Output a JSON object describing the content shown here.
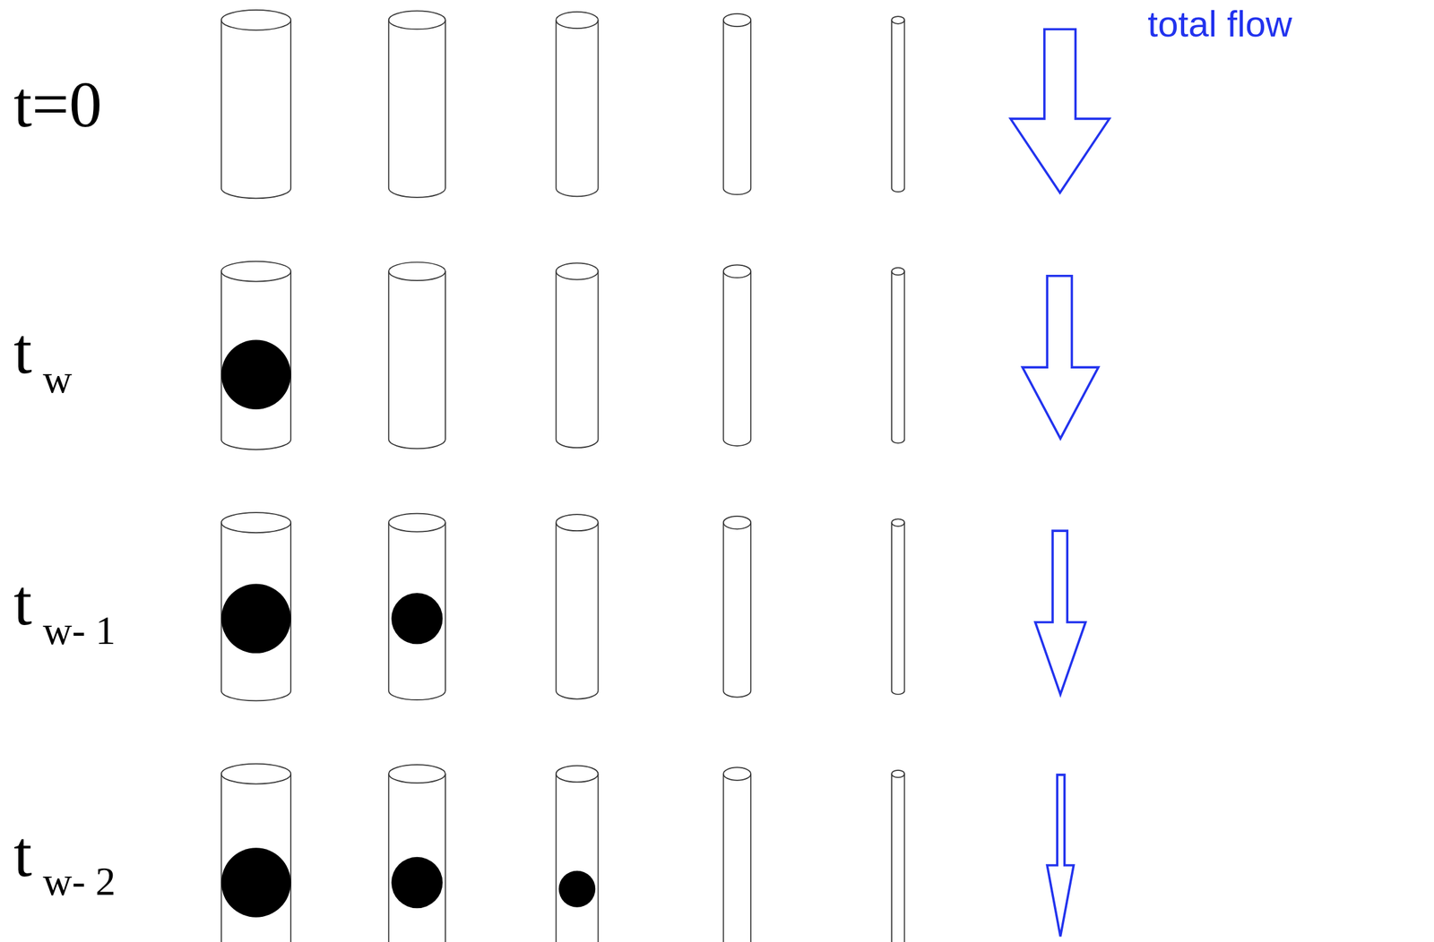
{
  "diagram": {
    "labels": [
      "t=0",
      "t",
      "w",
      "t",
      "w- 1",
      "t",
      "w- 2",
      "total flow"
    ]
  }
}
